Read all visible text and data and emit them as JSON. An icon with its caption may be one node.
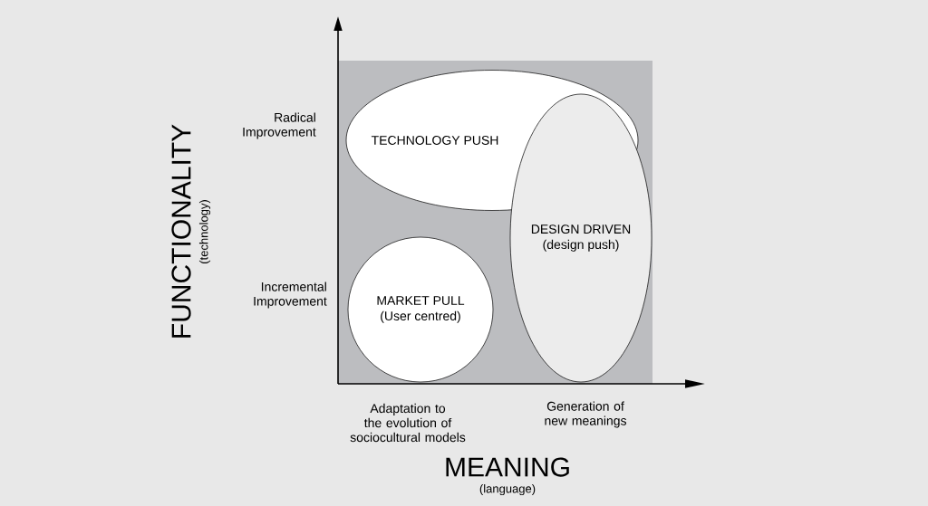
{
  "diagram": {
    "nodes": [
      {
        "text": [
          "TECHNOLOGY PUSH"
        ]
      },
      {
        "text": [
          "MARKET PULL",
          "(User centred)"
        ]
      },
      {
        "text": [
          "DESIGN DRIVEN",
          "(design push)"
        ]
      }
    ],
    "edges": [],
    "labels": [
      "FUNCTIONALITY",
      "(technology)",
      "Radical Improvement",
      "Incremental Improvement",
      "Adaptation to the evolution of sociocultural models",
      "Generation of new meanings",
      "MEANING",
      "(language)"
    ]
  }
}
